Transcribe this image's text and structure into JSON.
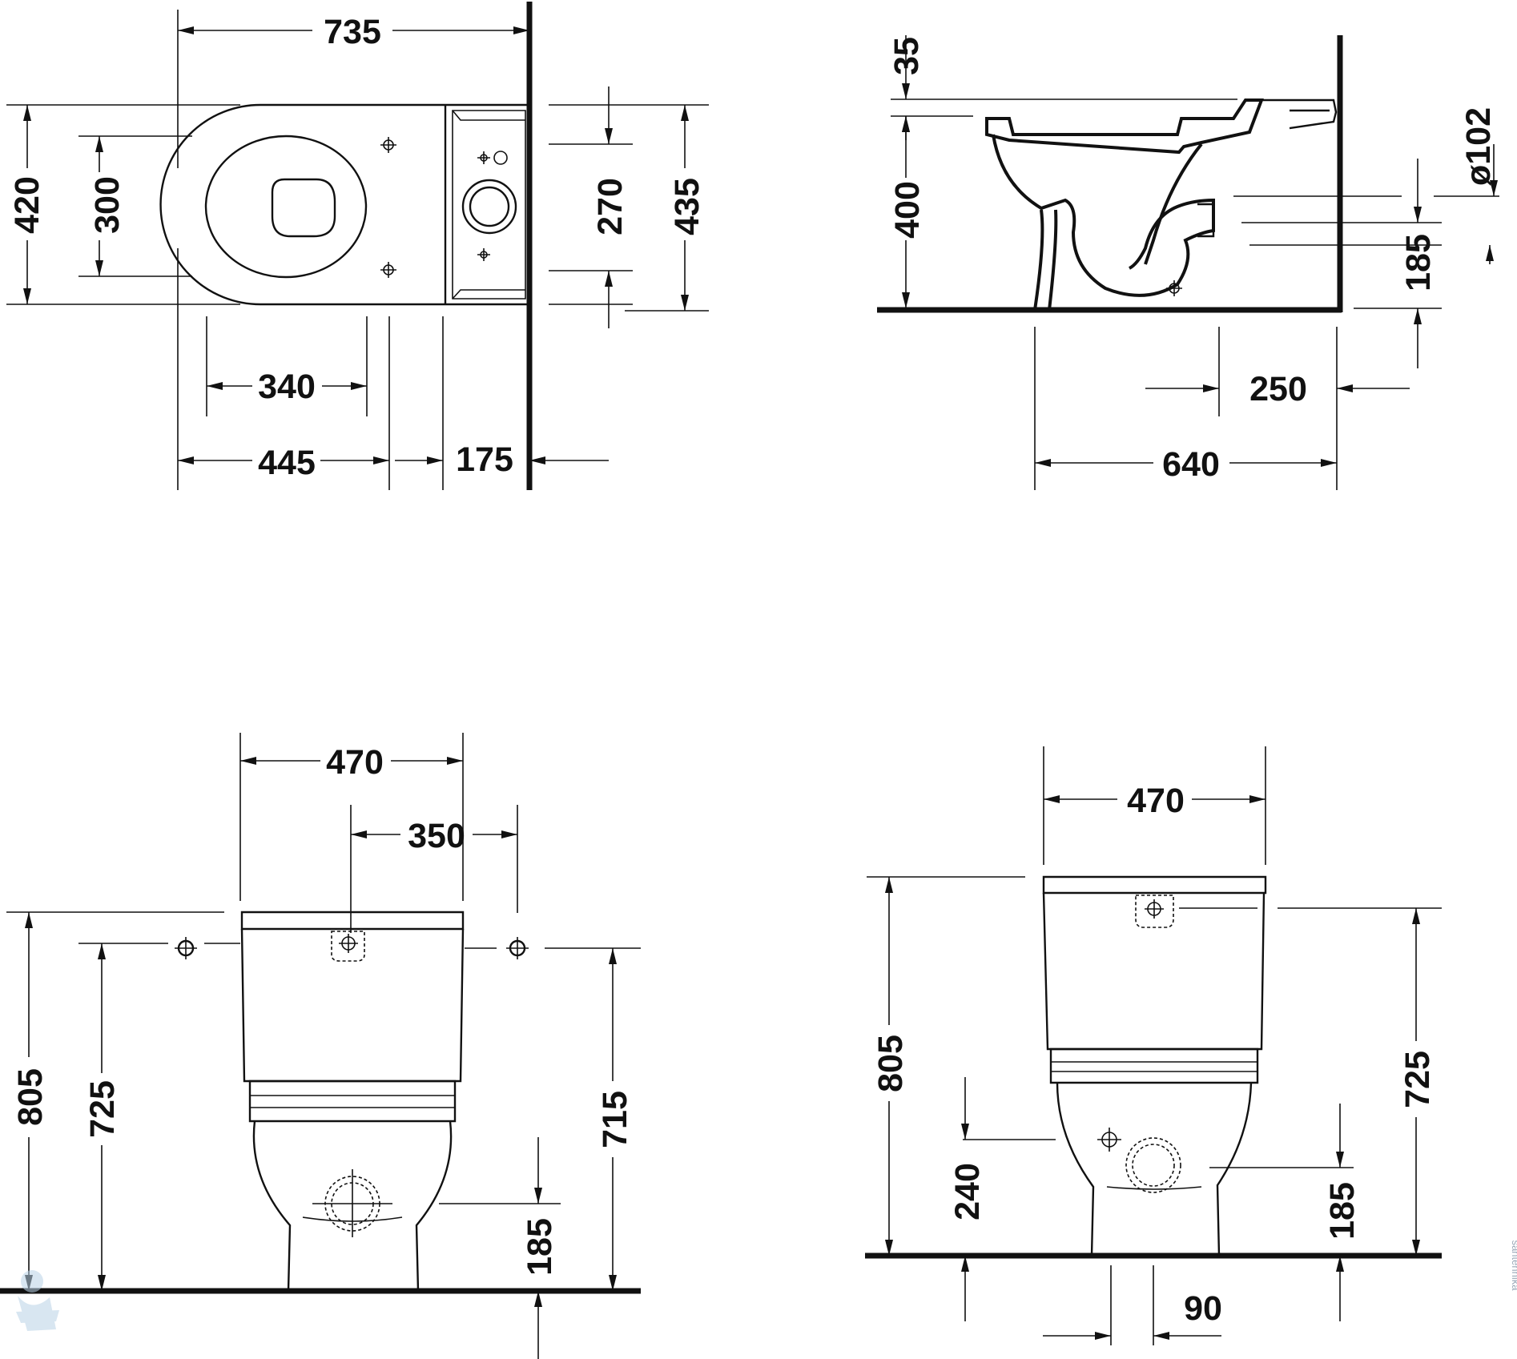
{
  "colors": {
    "ink": "#111111",
    "background": "#ffffff",
    "watermark": "#b9d2e6"
  },
  "views": {
    "top": {
      "overall_length": "735",
      "bowl_width": "420",
      "seat_opening_width": "300",
      "tank_hole_span": "270",
      "tank_width": "435",
      "bolt_spacing": "340",
      "bowl_length": "445",
      "tank_depth": "175"
    },
    "side": {
      "seat_offset": "35",
      "seat_height": "400",
      "outlet_diameter": "ø102",
      "outlet_height": "185",
      "outlet_to_wall": "250",
      "total_depth": "640"
    },
    "front": {
      "width": "470",
      "hole_spacing": "350",
      "total_height": "805",
      "tank_hole_height": "725",
      "side_hole_height": "715",
      "outlet_height": "185"
    },
    "rear": {
      "width": "470",
      "total_height": "805",
      "tank_height": "725",
      "fixing_height": "240",
      "outlet_height": "185",
      "outlet_offset": "90"
    }
  },
  "watermark_text": "santehnika"
}
